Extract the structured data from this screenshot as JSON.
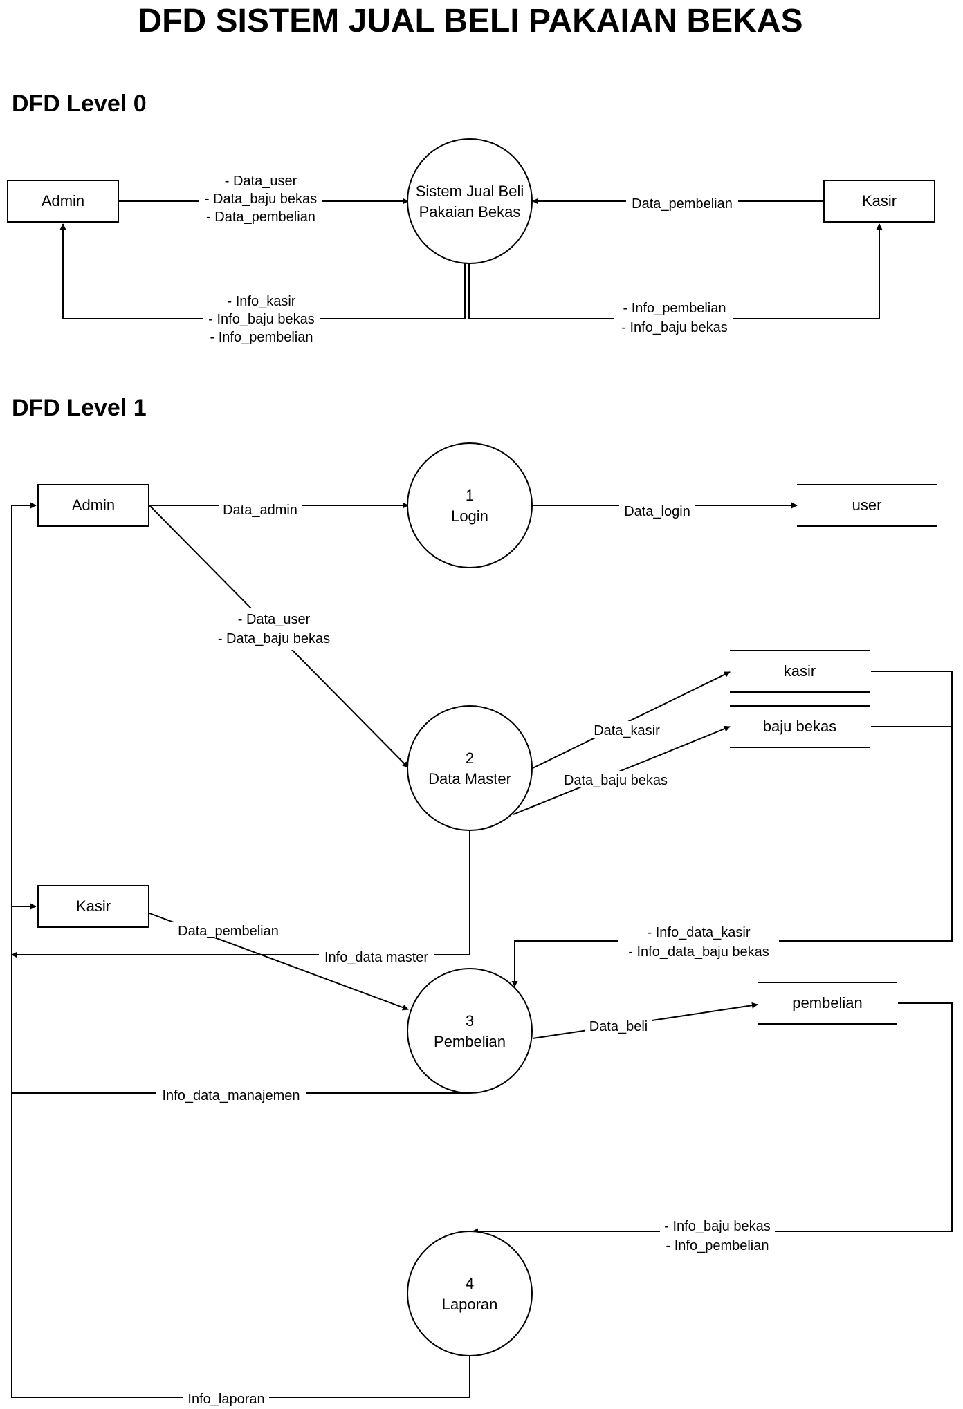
{
  "title": "DFD SISTEM JUAL BELI PAKAIAN BEKAS",
  "level0": {
    "heading": "DFD Level 0",
    "entities": {
      "admin": "Admin",
      "kasir": "Kasir"
    },
    "process": [
      "Sistem Jual Beli",
      "Pakaian Bekas"
    ],
    "flows": {
      "admin_to_system": [
        "- Data_user",
        "- Data_baju bekas",
        "- Data_pembelian"
      ],
      "kasir_to_system": [
        "Data_pembelian"
      ],
      "system_to_admin": [
        "- Info_kasir",
        "- Info_baju bekas",
        "- Info_pembelian"
      ],
      "system_to_kasir": [
        "- Info_pembelian",
        "- Info_baju bekas"
      ]
    }
  },
  "level1": {
    "heading": "DFD Level 1",
    "entities": {
      "admin": "Admin",
      "kasir": "Kasir"
    },
    "processes": {
      "login": [
        "1",
        "Login"
      ],
      "data_master": [
        "2",
        "Data Master"
      ],
      "pembelian": [
        "3",
        "Pembelian"
      ],
      "laporan": [
        "4",
        "Laporan"
      ]
    },
    "stores": {
      "user": "user",
      "kasir": "kasir",
      "baju_bekas": "baju bekas",
      "pembelian": "pembelian"
    },
    "flows": {
      "data_admin": [
        "Data_admin"
      ],
      "data_login": [
        "Data_login"
      ],
      "admin_to_master": [
        "- Data_user",
        "- Data_baju bekas"
      ],
      "data_kasir": [
        "Data_kasir"
      ],
      "data_baju_bekas": [
        "Data_baju bekas"
      ],
      "data_pembelian": [
        "Data_pembelian"
      ],
      "info_data_master": [
        "Info_data master"
      ],
      "stores_to_pembelian": [
        "- Info_data_kasir",
        "- Info_data_baju bekas"
      ],
      "data_beli": [
        "Data_beli"
      ],
      "info_data_manajemen": [
        "Info_data_manajemen"
      ],
      "store_to_laporan": [
        "- Info_baju bekas",
        "- Info_pembelian"
      ],
      "info_laporan": [
        "Info_laporan"
      ]
    }
  }
}
